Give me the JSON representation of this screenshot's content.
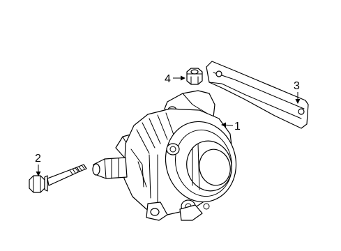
{
  "callouts": {
    "c1": "1",
    "c2": "2",
    "c3": "3",
    "c4": "4"
  }
}
